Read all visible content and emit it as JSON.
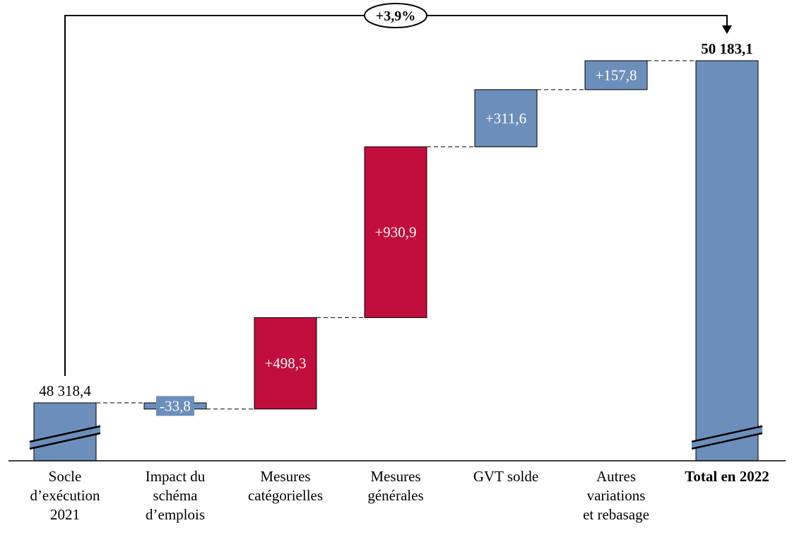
{
  "chart_data": {
    "type": "waterfall",
    "categories": [
      [
        "Socle",
        "d’exécution",
        "2021"
      ],
      [
        "Impact du",
        "schéma",
        "d’emplois"
      ],
      [
        "Mesures",
        "catégorielles"
      ],
      [
        "Mesures",
        "générales"
      ],
      [
        "GVT solde"
      ],
      [
        "Autres",
        "variations",
        "et rebasage"
      ],
      [
        "Total en 2022"
      ]
    ],
    "kinds": [
      "total",
      "delta",
      "delta",
      "delta",
      "delta",
      "delta",
      "total"
    ],
    "values": [
      48318.4,
      -33.8,
      498.3,
      930.9,
      311.6,
      157.8,
      50183.1
    ],
    "labels": [
      "48 318,4",
      "-33,8",
      "+498,3",
      "+930,9",
      "+311,6",
      "+157,8",
      "50 183,1"
    ],
    "colors": [
      "#6C8EBA",
      "#6C8EBA",
      "#C20E3C",
      "#C20E3C",
      "#6C8EBA",
      "#6C8EBA",
      "#6C8EBA"
    ],
    "growth_label": "+3,9%",
    "axis_broken": true
  }
}
